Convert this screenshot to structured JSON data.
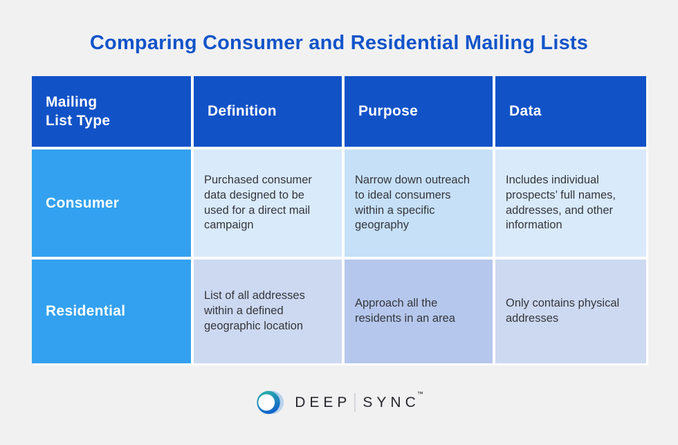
{
  "page": {
    "title": "Comparing Consumer and Residential Mailing Lists"
  },
  "table": {
    "headers": [
      "Mailing\nList Type",
      "Definition",
      "Purpose",
      "Data"
    ],
    "rows": [
      {
        "type": "Consumer",
        "definition": "Purchased consumer data designed to be used for a direct mail campaign",
        "purpose": "Narrow down outreach to ideal consumers within a specific geography",
        "data": "Includes individual prospects’ full names, addresses, and other information"
      },
      {
        "type": "Residential",
        "definition": "List of all addresses within a defined geographic location",
        "purpose": "Approach all the residents in an area",
        "data": "Only contains physical addresses"
      }
    ]
  },
  "logo": {
    "brand_left": "DEEP",
    "brand_right": "SYNC",
    "trademark": "™",
    "icon": "deep-sync-crescent-logo"
  },
  "colors": {
    "page_bg": "#f1f1f2",
    "title": "#1254c9",
    "header_bg": "#1152c7",
    "type_bg": "#33a1ef",
    "row1_bg": "#d9eafb",
    "row1_purpose_bg": "#c6e0f7",
    "row2_bg": "#cdd9f1",
    "row2_purpose_bg": "#b5c7ec",
    "gap": "#ffffff",
    "body_text": "#35363c",
    "logo_text": "#26262c",
    "logo_teal": "#2eb7a4",
    "logo_blue": "#1465cb",
    "logo_pale_blue": "#b9d2ec"
  }
}
